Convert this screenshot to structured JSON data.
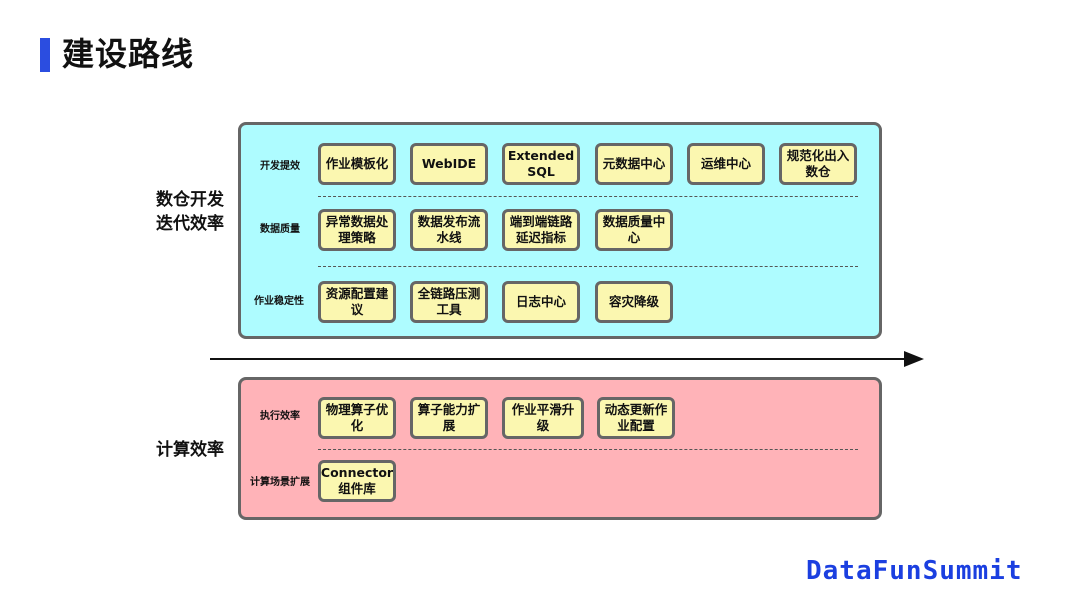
{
  "title": "建设路线",
  "brand": "DataFunSummit",
  "sections": [
    {
      "label": "数仓开发\n迭代效率",
      "rows": [
        {
          "label": "开发提效",
          "items": [
            "作业模板化",
            "WebIDE",
            "Extended\nSQL",
            "元数据中心",
            "运维中心",
            "规范化出入\n数仓"
          ]
        },
        {
          "label": "数据质量",
          "items": [
            "异常数据处\n理策略",
            "数据发布流\n水线",
            "端到端链路\n延迟指标",
            "数据质量中\n心"
          ]
        },
        {
          "label": "作业稳定性",
          "items": [
            "资源配置建\n议",
            "全链路压测\n工具",
            "日志中心",
            "容灾降级"
          ]
        }
      ]
    },
    {
      "label": "计算效率",
      "rows": [
        {
          "label": "执行效率",
          "items": [
            "物理算子优\n化",
            "算子能力扩\n展",
            "作业平滑升级",
            "动态更新作\n业配置"
          ]
        },
        {
          "label": "计算场景扩展",
          "items": [
            "Connector\n组件库"
          ]
        }
      ]
    }
  ]
}
